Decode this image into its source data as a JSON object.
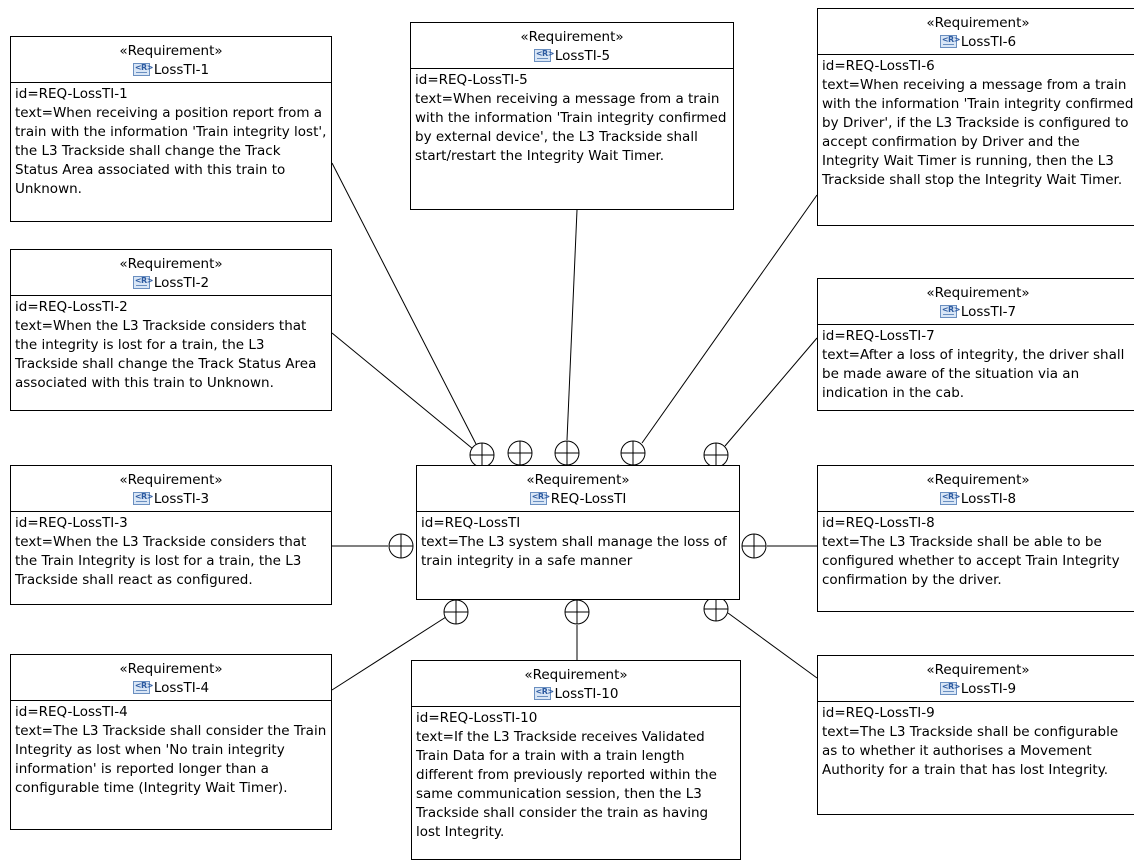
{
  "stereotype": "«Requirement»",
  "icon": "requirement-icon",
  "colors": {
    "line": "#000000",
    "box_fill": "#ffffff",
    "icon_fill": "#d9e6f6",
    "icon_border": "#6a8fc0"
  },
  "center": {
    "name": "REQ-LossTI",
    "id": "id=REQ-LossTI",
    "text": "text=The L3 system shall manage the loss of train integrity in a safe manner"
  },
  "requirements": [
    {
      "name": "LossTI-1",
      "id": "id=REQ-LossTI-1",
      "text": "text=When receiving a position report from a train with the information 'Train integrity lost', the L3 Trackside shall change the Track Status Area associated with this train to Unknown."
    },
    {
      "name": "LossTI-2",
      "id": "id=REQ-LossTI-2",
      "text": "text=When the L3 Trackside considers that the integrity is lost for a train, the L3 Trackside shall change the Track Status Area associated with this train to Unknown."
    },
    {
      "name": "LossTI-3",
      "id": "id=REQ-LossTI-3",
      "text": "text=When the L3 Trackside considers that the Train Integrity is lost for a train, the L3 Trackside shall react as configured."
    },
    {
      "name": "LossTI-4",
      "id": "id=REQ-LossTI-4",
      "text": "text=The L3 Trackside shall consider the Train Integrity as lost when 'No train integrity information' is reported longer than a configurable time (Integrity Wait Timer)."
    },
    {
      "name": "LossTI-5",
      "id": "id=REQ-LossTI-5",
      "text": "text=When receiving a message from a train with the information 'Train integrity confirmed by external device', the L3 Trackside shall start/restart the Integrity Wait Timer."
    },
    {
      "name": "LossTI-6",
      "id": "id=REQ-LossTI-6",
      "text": "text=When receiving a message from a train with the information 'Train integrity confirmed by Driver', if the L3 Trackside is configured to accept confirmation by Driver and the Integrity Wait Timer is running, then the L3 Trackside shall stop the Integrity Wait Timer."
    },
    {
      "name": "LossTI-7",
      "id": "id=REQ-LossTI-7",
      "text": "text=After a loss of integrity, the driver shall be made aware of the situation via an indication in the cab."
    },
    {
      "name": "LossTI-8",
      "id": "id=REQ-LossTI-8",
      "text": "text=The L3 Trackside shall be able to be configured whether to accept Train Integrity confirmation by the driver."
    },
    {
      "name": "LossTI-9",
      "id": "id=REQ-LossTI-9",
      "text": "text=The L3 Trackside shall be configurable as to whether it authorises a Movement Authority for a train that has lost Integrity."
    },
    {
      "name": "LossTI-10",
      "id": "id=REQ-LossTI-10",
      "text": "text=If the L3 Trackside receives Validated Train Data for a train with a train length different from previously reported within the same communication session, then the L3 Trackside shall consider the train as having lost Integrity."
    }
  ]
}
